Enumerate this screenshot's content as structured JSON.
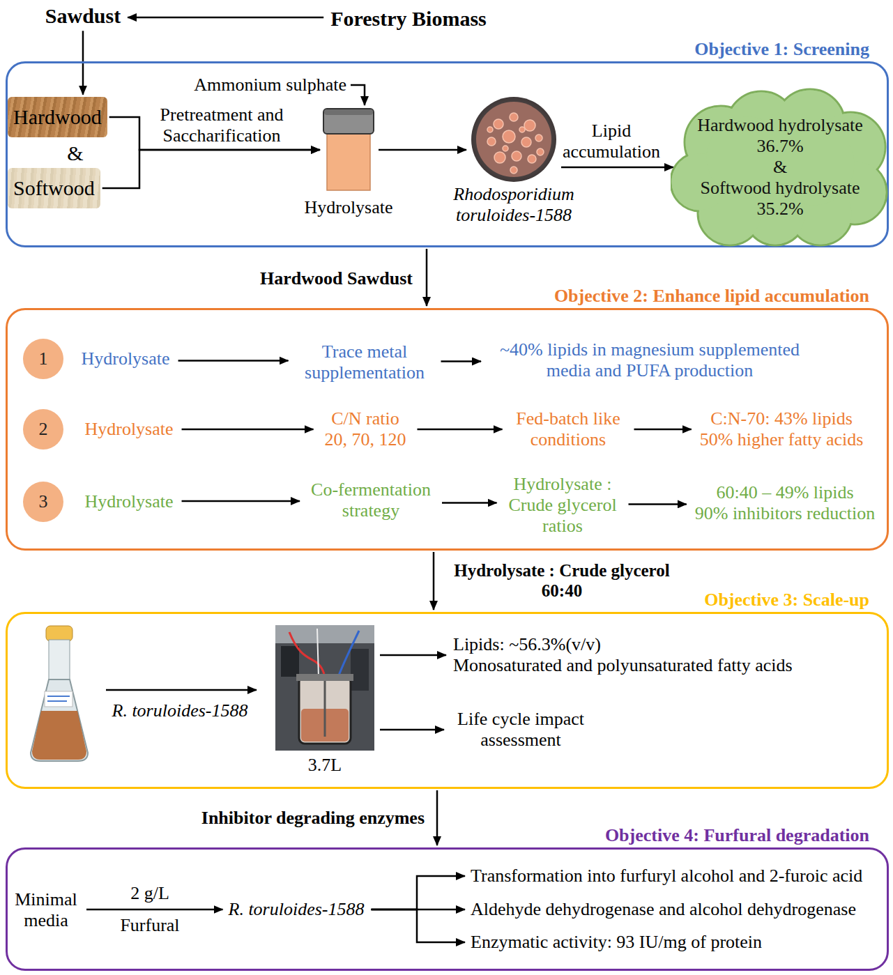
{
  "diagram": {
    "nodes": [
      {
        "text": [
          "Sawdust"
        ]
      },
      {
        "text": [
          "Forestry Biomass"
        ]
      },
      {
        "text": [
          "Objective 1: Screening"
        ]
      },
      {
        "text": [
          "Hardwood"
        ],
        "in": 2
      },
      {
        "text": [
          "Softwood"
        ],
        "in": 2
      },
      {
        "text": [
          "Hydrolysate"
        ],
        "in": 2
      },
      {
        "text": [
          "Rhodosporidium toruloides-1588"
        ],
        "in": 2
      },
      {
        "text": [
          "Hardwood hydrolysate 36.7%",
          "&",
          "Softwood hydrolysate 35.2%"
        ],
        "in": 2
      },
      {
        "text": [
          "Objective 2: Enhance lipid accumulation"
        ]
      },
      {
        "text": [
          "1"
        ],
        "in": 8
      },
      {
        "text": [
          "Hydrolysate"
        ],
        "in": 8
      },
      {
        "text": [
          "Trace metal supplementation"
        ],
        "in": 8
      },
      {
        "text": [
          "~40% lipids in magnesium supplemented media and PUFA production"
        ],
        "in": 8
      },
      {
        "text": [
          "2"
        ],
        "in": 8
      },
      {
        "text": [
          "Hydrolysate"
        ],
        "in": 8
      },
      {
        "text": [
          "C/N ratio 20, 70, 120"
        ],
        "in": 8
      },
      {
        "text": [
          "Fed-batch like conditions"
        ],
        "in": 8
      },
      {
        "text": [
          "C:N-70: 43% lipids",
          "50% higher fatty acids"
        ],
        "in": 8
      },
      {
        "text": [
          "3"
        ],
        "in": 8
      },
      {
        "text": [
          "Hydrolysate"
        ],
        "in": 8
      },
      {
        "text": [
          "Co-fermentation strategy"
        ],
        "in": 8
      },
      {
        "text": [
          "Hydrolysate : Crude glycerol ratios"
        ],
        "in": 8
      },
      {
        "text": [
          "60:40 – 49% lipids",
          "90% inhibitors reduction"
        ],
        "in": 8
      },
      {
        "text": [
          "Objective 3: Scale-up"
        ]
      },
      {
        "text": [
          "3.7L"
        ],
        "in": 23
      },
      {
        "text": [
          "Lipids: ~56.3%(v/v)",
          "Monosaturated and polyunsaturated fatty acids"
        ],
        "in": 23
      },
      {
        "text": [
          "Life cycle impact assessment"
        ],
        "in": 23
      },
      {
        "text": [
          "Objective 4: Furfural degradation"
        ]
      },
      {
        "text": [
          "Minimal media"
        ],
        "in": 27
      },
      {
        "text": [
          "R. toruloides-1588"
        ],
        "in": 27
      },
      {
        "text": [
          "Transformation into furfuryl alcohol and 2-furoic acid"
        ],
        "in": 27
      },
      {
        "text": [
          "Aldehyde dehydrogenase and alcohol dehydrogenase"
        ],
        "in": 27
      },
      {
        "text": [
          "Enzymatic activity: 93 IU/mg of protein"
        ],
        "in": 27
      }
    ],
    "edges": [
      {
        "from": 1,
        "to": 0,
        "arrow": "to"
      },
      {
        "from": 0,
        "to": 3,
        "arrow": "to"
      },
      {
        "from": 3,
        "to": 5,
        "arrow": "to",
        "label": "Pretreatment and Saccharification"
      },
      {
        "from": 4,
        "to": 5,
        "arrow": "to"
      },
      {
        "from": 5,
        "to": 6,
        "arrow": "to"
      },
      {
        "from": 6,
        "to": 7,
        "arrow": "to",
        "label": "Lipid accumulation"
      },
      {
        "from": 2,
        "to": 8,
        "arrow": "to",
        "label": "Hardwood Sawdust"
      },
      {
        "from": 10,
        "to": 11,
        "arrow": "to"
      },
      {
        "from": 11,
        "to": 12,
        "arrow": "to"
      },
      {
        "from": 14,
        "to": 15,
        "arrow": "to"
      },
      {
        "from": 15,
        "to": 16,
        "arrow": "to"
      },
      {
        "from": 16,
        "to": 17,
        "arrow": "to"
      },
      {
        "from": 19,
        "to": 20,
        "arrow": "to"
      },
      {
        "from": 20,
        "to": 21,
        "arrow": "to"
      },
      {
        "from": 21,
        "to": 22,
        "arrow": "to"
      },
      {
        "from": 8,
        "to": 23,
        "arrow": "to",
        "label": "Hydrolysate : Crude glycerol 60:40"
      },
      {
        "from": 24,
        "to": 25,
        "arrow": "to"
      },
      {
        "from": 24,
        "to": 26,
        "arrow": "to"
      },
      {
        "from": 23,
        "to": 27,
        "arrow": "to",
        "label": "Inhibitor degrading enzymes"
      },
      {
        "from": 28,
        "to": 29,
        "arrow": "to"
      },
      {
        "from": 29,
        "to": 30,
        "arrow": "to"
      },
      {
        "from": 29,
        "to": 31,
        "arrow": "to"
      },
      {
        "from": 29,
        "to": 32,
        "arrow": "to"
      }
    ],
    "labels": [
      "&",
      "Ammonium sulphate",
      "R. toruloides-1588",
      "2 g/L",
      "Furfural"
    ]
  }
}
